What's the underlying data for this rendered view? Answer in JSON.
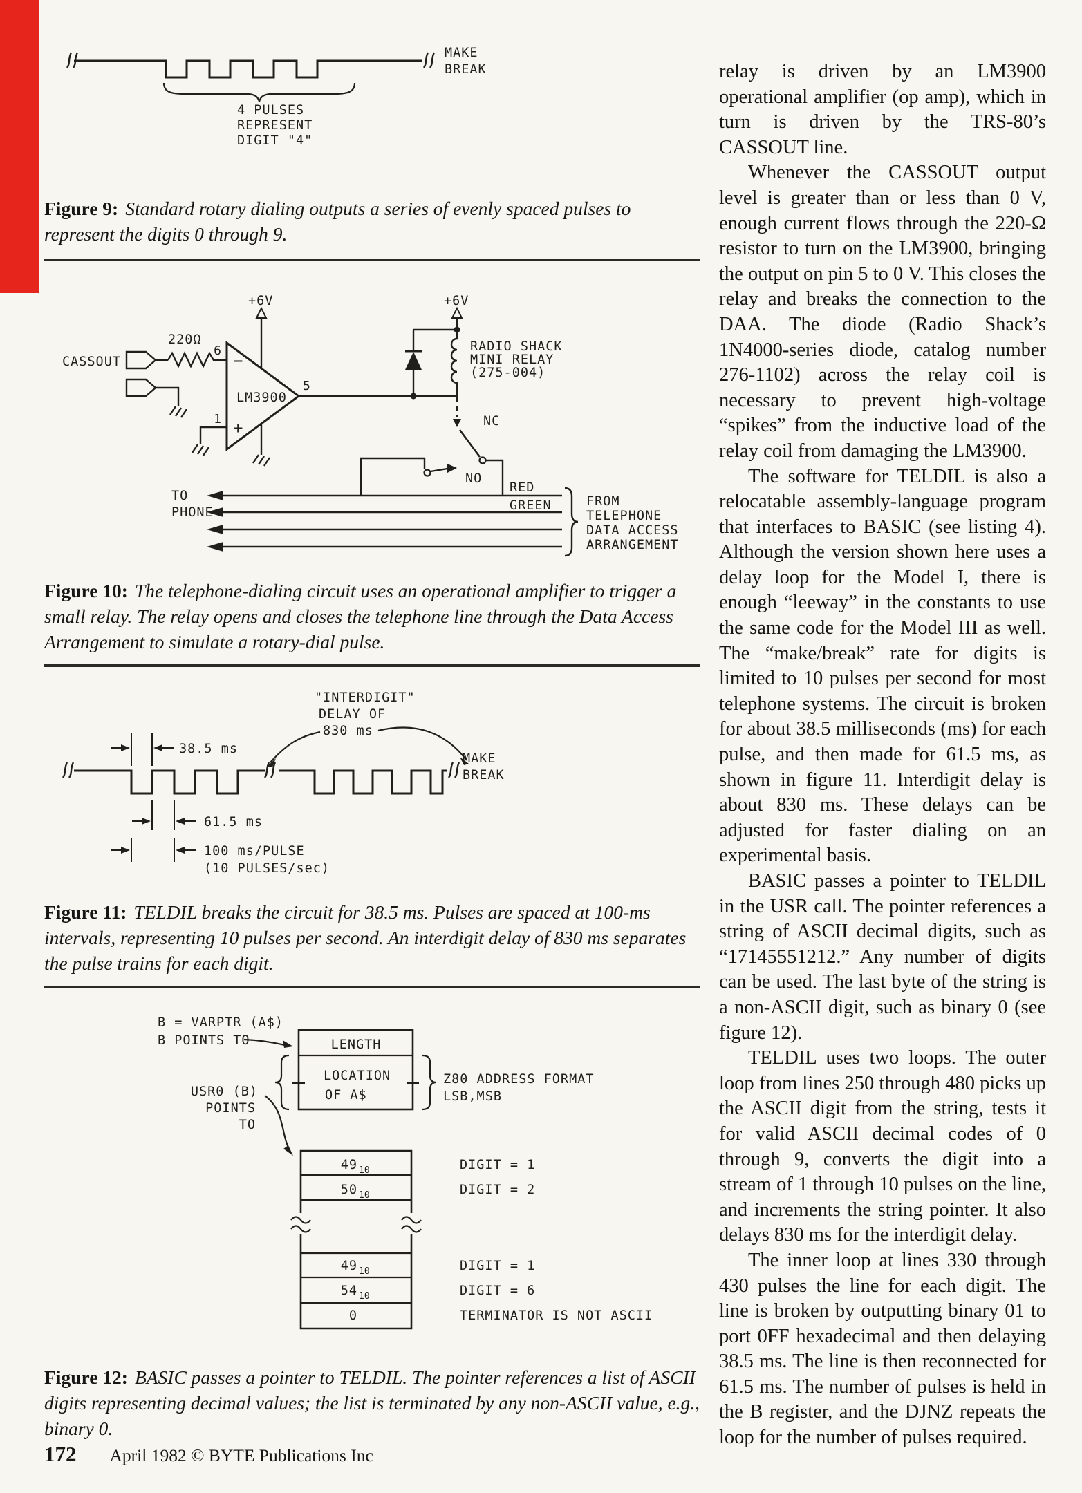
{
  "page": {
    "accent_red": "#e6261d",
    "background": "#f8f6f1",
    "footer": {
      "page_number": "172",
      "credit": "April 1982 © BYTE Publications Inc"
    }
  },
  "figure9": {
    "caption_tag": "Figure 9:",
    "caption_text": "Standard rotary dialing outputs a series of evenly spaced pulses to represent the digits 0 through 9.",
    "labels": {
      "make": "MAKE",
      "break": "BREAK",
      "brace1": "4 PULSES",
      "brace2": "REPRESENT",
      "brace3": "DIGIT \"4\""
    }
  },
  "figure10": {
    "caption_tag": "Figure 10:",
    "caption_text": "The telephone-dialing circuit uses an operational amplifier to trigger a small relay. The relay opens and closes the telephone line through the Data Access Arrangement to simulate a rotary-dial pulse.",
    "labels": {
      "cassout": "CASSOUT",
      "resistor": "220Ω",
      "pin6": "6",
      "pin1": "1",
      "pin5": "5",
      "minus": "−",
      "plus": "+",
      "opamp": "LM3900",
      "v6_left": "+6V",
      "v6_right": "+6V",
      "relay_line1": "RADIO SHACK",
      "relay_line2": "MINI RELAY",
      "relay_line3": "(275-004)",
      "nc": "NC",
      "no": "NO",
      "red": "RED",
      "green": "GREEN",
      "to_phone_line1": "TO",
      "to_phone_line2": "PHONE",
      "daa_line1": "FROM",
      "daa_line2": "TELEPHONE",
      "daa_line3": "DATA ACCESS",
      "daa_line4": "ARRANGEMENT"
    }
  },
  "figure11": {
    "caption_tag": "Figure 11:",
    "caption_text": "TELDIL breaks the circuit for 38.5 ms. Pulses are spaced at 100-ms intervals, representing 10 pulses per second. An interdigit delay of 830 ms separates the pulse trains for each digit.",
    "labels": {
      "interdigit_line1": "\"INTERDIGIT\"",
      "interdigit_line2": "DELAY OF",
      "interdigit_line3": "830 ms",
      "break_ms": "38.5 ms",
      "make_ms": "61.5 ms",
      "pulse_rate_line1": "100 ms/PULSE",
      "pulse_rate_line2": "(10 PULSES/sec)",
      "make": "MAKE",
      "break": "BREAK"
    }
  },
  "figure12": {
    "caption_tag": "Figure 12:",
    "caption_text": "BASIC passes a pointer to TELDIL. The pointer references a list of ASCII digits representing decimal values; the list is terminated by any non-ASCII value, e.g., binary 0.",
    "labels": {
      "b_varptr": "B = VARPTR (A$)",
      "b_points_to": "B POINTS TO",
      "usr0_line1": "USR0 (B)",
      "usr0_line2": "POINTS",
      "usr0_line3": "TO",
      "length": "LENGTH",
      "location_line1": "LOCATION",
      "location_line2": "OF A$",
      "z80_line1": "Z80 ADDRESS FORMAT",
      "z80_line2": "LSB,MSB"
    },
    "memory_rows": [
      {
        "value": "49",
        "subscript": "10",
        "note": "DIGIT = 1"
      },
      {
        "value": "50",
        "subscript": "10",
        "note": "DIGIT = 2"
      },
      {
        "value": "49",
        "subscript": "10",
        "note": "DIGIT = 1"
      },
      {
        "value": "54",
        "subscript": "10",
        "note": "DIGIT = 6"
      },
      {
        "value": "0",
        "subscript": "",
        "note": "TERMINATOR IS NOT ASCII"
      }
    ]
  },
  "article": {
    "paragraphs": [
      "relay is driven by an LM3900 operational amplifier (op amp), which in turn is driven by the TRS-80’s CASSOUT line.",
      "Whenever the CASSOUT output level is greater than or less than 0 V, enough current flows through the 220-Ω resistor to turn on the LM3900, bringing the output on pin 5 to 0 V. This closes the relay and breaks the connection to the DAA. The diode (Radio Shack’s 1N4000-series diode, catalog number 276-1102) across the relay coil is necessary to prevent high-voltage “spikes” from the inductive load of the relay coil from damaging the LM3900.",
      "The software for TELDIL is also a relocatable assembly-language program that interfaces to BASIC (see listing 4). Although the version shown here uses a delay loop for the Model I, there is enough “leeway” in the constants to use the same code for the Model III as well. The “make/break” rate for digits is limited to 10 pulses per second for most telephone systems. The circuit is broken for about 38.5 milliseconds (ms) for each pulse, and then made for 61.5 ms, as shown in figure 11. Interdigit delay is about 830 ms. These delays can be adjusted for faster dialing on an experimental basis.",
      "BASIC passes a pointer to TELDIL in the USR call. The pointer references a string of ASCII decimal digits, such as “17145551212.” Any number of digits can be used. The last byte of the string is a non-ASCII digit, such as binary 0 (see figure 12).",
      "TELDIL uses two loops. The outer loop from lines 250 through 480 picks up the ASCII digit from the string, tests it for valid ASCII decimal codes of 0 through 9, converts the digit into a stream of 1 through 10 pulses on the line, and increments the string pointer. It also delays 830 ms for the interdigit delay.",
      "The inner loop at lines 330 through 430 pulses the line for each digit. The line is broken by outputting binary 01 to port 0FF hexadecimal and then delaying 38.5 ms. The line is then reconnected for 61.5 ms. The number of pulses is held in the B register, and the DJNZ repeats the loop for the number of pulses required."
    ]
  }
}
